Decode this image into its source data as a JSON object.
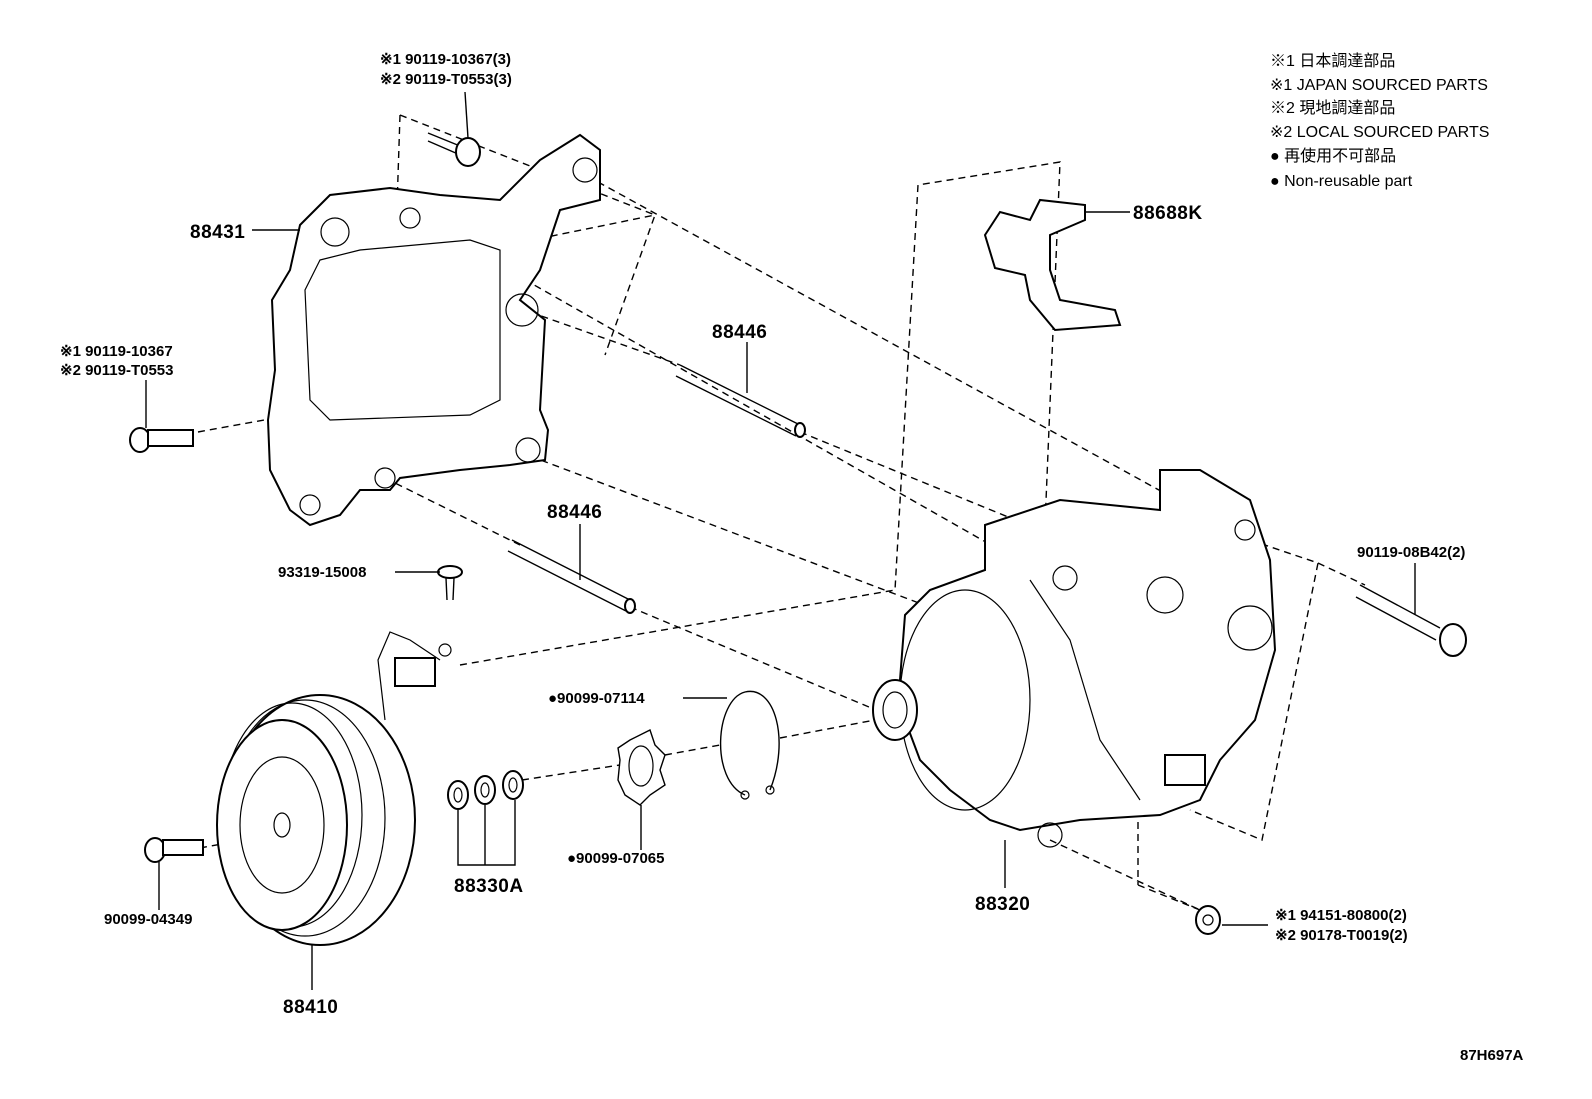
{
  "legend": {
    "line1": "※1 日本調達部品",
    "line2": "※1 JAPAN SOURCED PARTS",
    "line3": "※2 現地調達部品",
    "line4": "※2 LOCAL SOURCED PARTS",
    "line5": "● 再使用不可部品",
    "line6": "● Non-reusable part"
  },
  "callouts": {
    "bolt_top_1": "※1 90119-10367(3)",
    "bolt_top_2": "※2 90119-T0553(3)",
    "bracket": "88431",
    "bolt_left_1": "※1 90119-10367",
    "bolt_left_2": "※2 90119-T0553",
    "stud_upper": "88446",
    "stud_lower": "88446",
    "screw": "93319-15008",
    "wire_bracket": "88688K",
    "bolt_right": "90119-08B42(2)",
    "snap_ring": "●90099-07114",
    "washer": "●90099-07065",
    "shims": "88330A",
    "clutch_bolt": "90099-04349",
    "pulley": "88410",
    "compressor": "88320",
    "nut_1": "※1  94151-80800(2)",
    "nut_2": "※2  90178-T0019(2)"
  },
  "figure_code": "87H697A"
}
